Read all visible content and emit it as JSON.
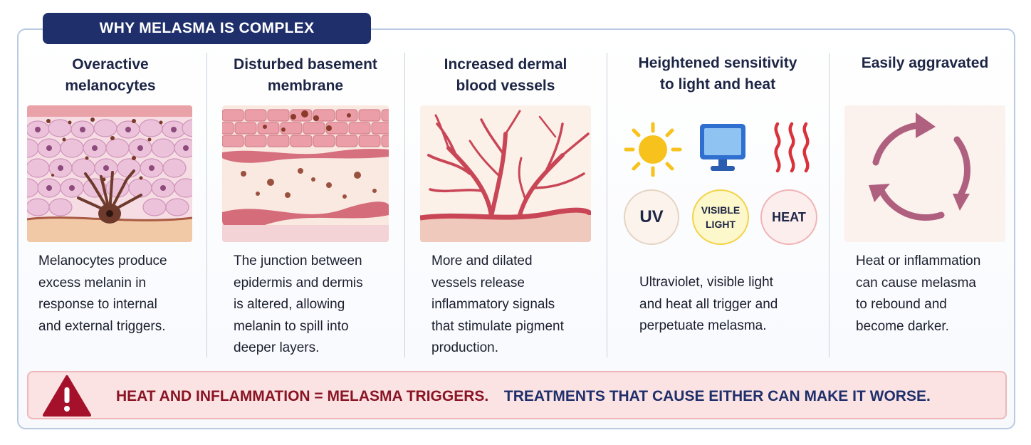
{
  "header": {
    "title": "WHY MELASMA IS COMPLEX"
  },
  "columns": [
    {
      "title_lines": [
        "Overactive",
        "melanocytes"
      ],
      "desc_lines": [
        "Melanocytes produce",
        "excess melanin in",
        "response to internal",
        "and external triggers."
      ]
    },
    {
      "title_lines": [
        "Disturbed basement",
        "membrane"
      ],
      "desc_lines": [
        "The junction between",
        "epidermis and dermis",
        "is altered, allowing",
        "melanin to spill into",
        "deeper layers."
      ]
    },
    {
      "title_lines": [
        "Increased dermal",
        "blood vessels"
      ],
      "desc_lines": [
        "More and dilated",
        "vessels release",
        "inflammatory signals",
        "that stimulate pigment",
        "production."
      ]
    },
    {
      "title_lines": [
        "Heightened sensitivity",
        "to light and heat"
      ],
      "desc_lines": [
        "Ultraviolet, visible light",
        "and heat all trigger and",
        "perpetuate melasma."
      ],
      "triggers": [
        {
          "icon": "sun-icon",
          "label": "UV",
          "color": "#f6c21b"
        },
        {
          "icon": "monitor-icon",
          "label_lines": [
            "VISIBLE",
            "LIGHT"
          ],
          "color": "#2f6fd0"
        },
        {
          "icon": "heat-waves-icon",
          "label": "HEAT",
          "color": "#d9323a"
        }
      ]
    },
    {
      "title_lines": [
        "Easily aggravated"
      ],
      "desc_lines": [
        "Heat or inflammation",
        "can cause melasma",
        "to rebound and",
        "become darker."
      ]
    }
  ],
  "banner": {
    "icon": "warning-icon",
    "part1": "HEAT AND INFLAMMATION = MELASMA TRIGGERS.",
    "part2": "TREATMENTS THAT CAUSE EITHER CAN MAKE IT WORSE."
  },
  "colors": {
    "navy": "#1f2f6b",
    "warning_red": "#a5112a",
    "cycle_arrow": "#b0607f",
    "skin_pink": "#e9b2c8",
    "melanin_brown": "#6d3a2c"
  }
}
